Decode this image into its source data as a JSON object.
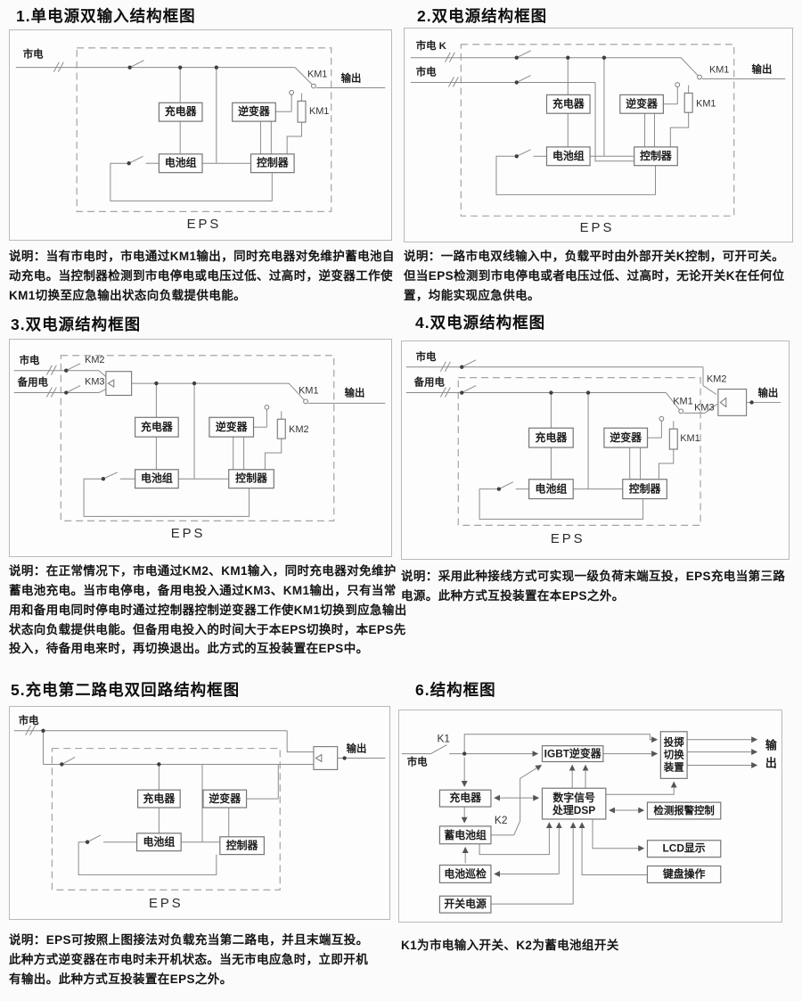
{
  "colors": {
    "background": "#fbfbfb",
    "wire": "#8a8a8a",
    "box_border": "#757575",
    "panel_border": "#b9b9b9",
    "dashed_boundary": "#9a9a9a",
    "text": "#141414"
  },
  "sections": [
    {
      "title": "1.单电源双输入结构框图",
      "note": "说明：当有市电时，市电通过KM1输出，同时充电器对免维护蓄电池自动充电。当控制器检测到市电停电或电压过低、过高时，逆变器工作使KM1切换至应急输出状态向负载提供电能。"
    },
    {
      "title": "2.双电源结构框图",
      "note": "说明：一路市电双线输入中，负载平时由外部开关K控制，可开可关。但当EPS检测到市电停电或者电压过低、过高时，无论开关K在任何位置，均能实现应急供电。"
    },
    {
      "title": "3.双电源结构框图",
      "note": "说明：在正常情况下，市电通过KM2、KM1输入，同时充电器对免维护蓄电池充电。当市电停电，备用电投入通过KM3、KM1输出，只有当常用和备用电同时停电时通过控制器控制逆变器工作使KM1切换到应急输出状态向负载提供电能。但备用电投入的时间大于本EPS切换时，本EPS先投入，待备用电来时，再切换退出。此方式的互投装置在EPS中。"
    },
    {
      "title": "4.双电源结构框图",
      "note": "说明：采用此种接线方式可实现一级负荷末端互投，EPS充电当第三路电源。此种方式互投装置在本EPS之外。"
    },
    {
      "title": "5.充电第二路电双回路结构框图",
      "note": "说明：EPS可按照上图接法对负载充当第二路电，并且末端互投。此种方式逆变器在市电时未开机状态。当无市电应急时，立即开机有输出。此种方式互投装置在EPS之外。"
    },
    {
      "title": "6.结构框图",
      "note": "K1为市电输入开关、K2为蓄电池组开关"
    }
  ],
  "labels": {
    "mains": "市电",
    "mains_k": "市电 K",
    "backup": "备用电",
    "charger": "充电器",
    "inverter": "逆变器",
    "battery": "电池组",
    "controller": "控制器",
    "eps": "EPS",
    "output": "输出",
    "km1": "KM1",
    "km2": "KM2",
    "km3": "KM3",
    "k1": "K1",
    "k2": "K2",
    "igbt_inverter": "IGBT逆变器",
    "dsp_line1": "数字信号",
    "dsp_line2": "处理DSP",
    "transfer_line1": "投掷",
    "transfer_line2": "切换",
    "transfer_line3": "装置",
    "alarm_ctrl": "检测报警控制",
    "lcd": "LCD显示",
    "keyboard": "键盘操作",
    "switch_psu": "开关电源",
    "battery_pack": "蓄电池组",
    "battery_patrol": "电池巡检",
    "out_char1": "输",
    "out_char2": "出"
  }
}
